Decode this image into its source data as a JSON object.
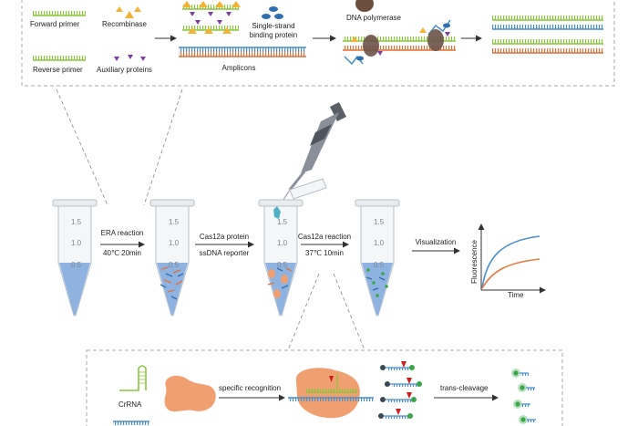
{
  "top_panel": {
    "forward_primer": "Forward primer",
    "reverse_primer": "Reverse primer",
    "recombinase": "Recombinase",
    "auxiliary_proteins": "Auxiliary proteins",
    "ssb_line1": "Single-strand",
    "ssb_line2": "binding protein",
    "amplicons": "Amplicons",
    "dna_polymerase": "DNA polymerase"
  },
  "middle_row": {
    "tube_ticks": [
      "1.5",
      "1.0",
      "0.5"
    ],
    "step1_label": "ERA reaction",
    "step1_conditions": "40℃  20min",
    "step2_line1": "Cas12a protein",
    "step2_line2": "ssDNA reporter",
    "step3_label": "Cas12a reaction",
    "step3_conditions": "37℃  10min",
    "step4_label": "Visualization",
    "plot_ylabel": "Fluorescence",
    "plot_xlabel": "Time"
  },
  "bottom_panel": {
    "crrna": "CrRNA",
    "specific_recognition": "specific recognition",
    "trans_cleavage": "trans-cleavage"
  },
  "colors": {
    "green_strand": "#8cc63f",
    "orange_strand": "#e0703a",
    "blue_strand": "#4a8fc8",
    "liquid": "#8fb3e0",
    "cas12a": "#f0a070",
    "recombinase": "#f2b233",
    "auxiliary": "#7b3fa0",
    "ssb": "#2f6fb0",
    "curve_blue": "#4a90d0",
    "curve_orange": "#e87a3e"
  }
}
